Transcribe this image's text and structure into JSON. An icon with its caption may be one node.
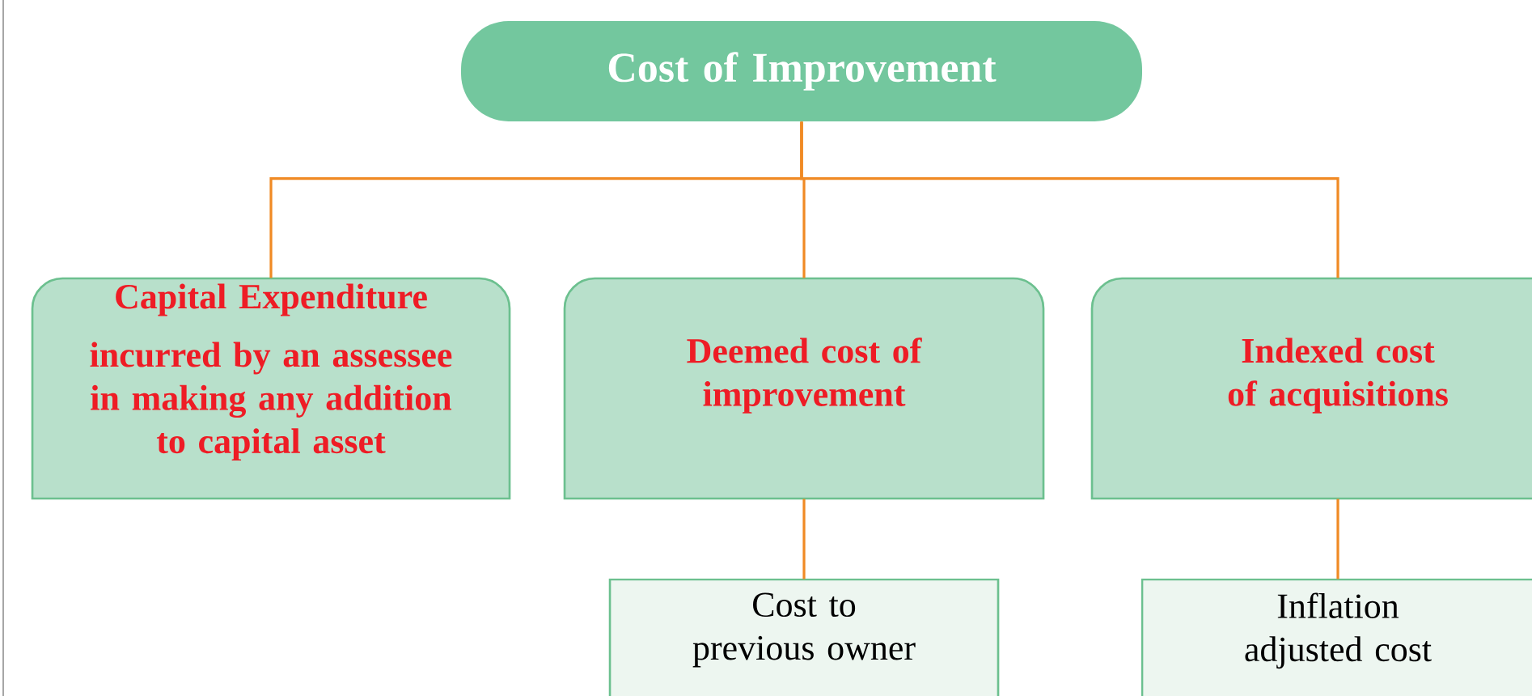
{
  "diagram": {
    "nodes": [
      {
        "text": [
          "Cost of Improvement"
        ]
      },
      {
        "text": [
          "Capital Expenditure",
          "incurred by an assessee in making any addition to capital asset"
        ]
      },
      {
        "text": [
          "Deemed cost of improvement"
        ]
      },
      {
        "text": [
          "Indexed cost of acquisitions"
        ]
      },
      {
        "text": [
          "Cost to previous owner"
        ]
      },
      {
        "text": [
          "Inflation adjusted cost"
        ]
      }
    ],
    "edges": [
      {
        "from": 0,
        "to": 1,
        "arrow": "none"
      },
      {
        "from": 0,
        "to": 2,
        "arrow": "none"
      },
      {
        "from": 0,
        "to": 3,
        "arrow": "none"
      },
      {
        "from": 2,
        "to": 4,
        "arrow": "none"
      },
      {
        "from": 3,
        "to": 5,
        "arrow": "none"
      }
    ]
  }
}
